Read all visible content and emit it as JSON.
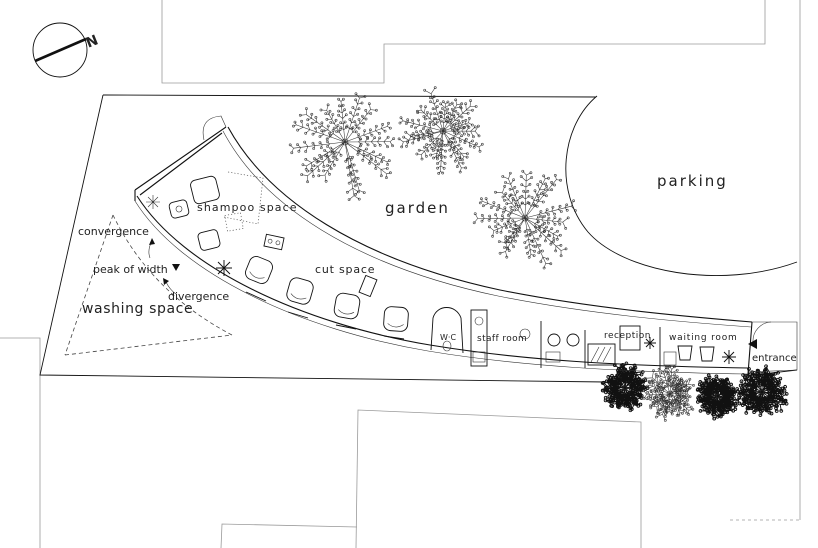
{
  "north": {
    "label": "N"
  },
  "labels": {
    "parking": "parking",
    "garden": "garden",
    "shampoo_space": "shampoo space",
    "cut_space": "cut space",
    "convergence": "convergence",
    "peak_of_width": "peak of width",
    "divergence": "divergence",
    "washing_space": "washing space",
    "wc": "W·C",
    "staff_room": "staff room",
    "reception": "reception",
    "waiting_room": "waiting room",
    "entrance": "entrance"
  },
  "colors": {
    "line": "#111111",
    "context": "#9a9a9a",
    "background": "#ffffff"
  }
}
